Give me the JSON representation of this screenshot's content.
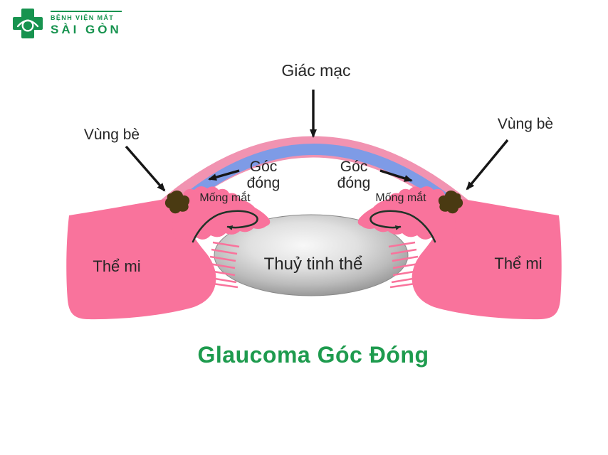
{
  "brand": {
    "name_line1": "BỆNH VIỆN MẮT",
    "name_line2": "SÀI GÒN",
    "green": "#17934F"
  },
  "diagram": {
    "labels": {
      "cornea": "Giác mạc",
      "trabecular_left": "Vùng bè",
      "trabecular_right": "Vùng bè",
      "angle_left_line1": "Góc",
      "angle_left_line2": "đóng",
      "angle_right_line1": "Góc",
      "angle_right_line2": "đóng",
      "iris_left": "Mống mắt",
      "iris_right": "Mống mắt",
      "ciliary_left": "Thể mi",
      "ciliary_right": "Thể mi",
      "lens": "Thuỷ tinh thể"
    },
    "colors": {
      "sclera_pink": "#F193B1",
      "cornea_blue": "#7E9BE6",
      "tissue_pink": "#F9739C",
      "trabecular_brown": "#4A3A12",
      "label_arrow_black": "#161616",
      "flow_arrow_dark": "#1F3327",
      "label_text": "#262626",
      "lens_gray": "#9A9A9A",
      "title_green": "#1E9B4E"
    }
  },
  "title": "Glaucoma Góc Đóng"
}
